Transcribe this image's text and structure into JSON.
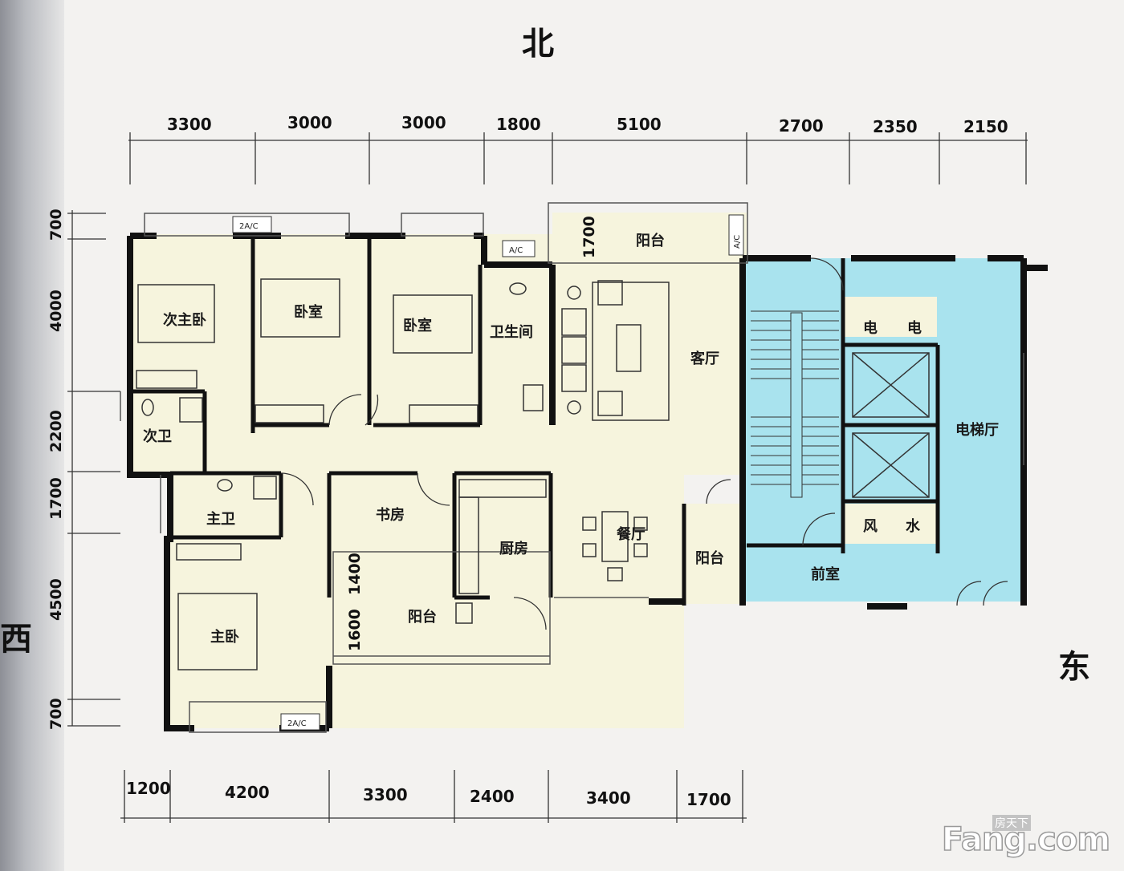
{
  "compass": {
    "north": "北",
    "east": "东",
    "west": "西"
  },
  "top_dims": [
    "3300",
    "3000",
    "3000",
    "1800",
    "5100",
    "2700",
    "2350",
    "2150"
  ],
  "bottom_dims": [
    "1200",
    "4200",
    "3300",
    "2400",
    "3400",
    "1700"
  ],
  "left_dims": [
    "700",
    "4000",
    "2200",
    "1700",
    "4500",
    "700"
  ],
  "inner_dims": {
    "balcony_north": "1700",
    "balcony_south_a": "1400",
    "balcony_south_b": "1600"
  },
  "rooms": {
    "second_master": "次主卧",
    "bedroom_1": "卧室",
    "bedroom_2": "卧室",
    "bathroom": "卫生间",
    "balcony_north": "阳台",
    "living_room": "客厅",
    "elevator_hall": "电梯厅",
    "second_bath": "次卫",
    "master_bath": "主卫",
    "study": "书房",
    "kitchen": "厨房",
    "dining_room": "餐厅",
    "balcony_east": "阳台",
    "front_hall": "前室",
    "balcony_south": "阳台",
    "master_bedroom": "主卧",
    "elec_1": "电",
    "elec_2": "电",
    "wind": "风",
    "water": "水"
  },
  "ac_labels": {
    "ac_1": "2A/C",
    "ac_2": "A/C",
    "ac_3": "A/C",
    "ac_4": "2A/C"
  },
  "watermark": {
    "brand": "Fang.com",
    "cn": "房天下"
  },
  "colors": {
    "wall": "#111111",
    "floor": "#f6f4dd",
    "core": "#a9e3ee",
    "paper": "#f3f2f0"
  }
}
